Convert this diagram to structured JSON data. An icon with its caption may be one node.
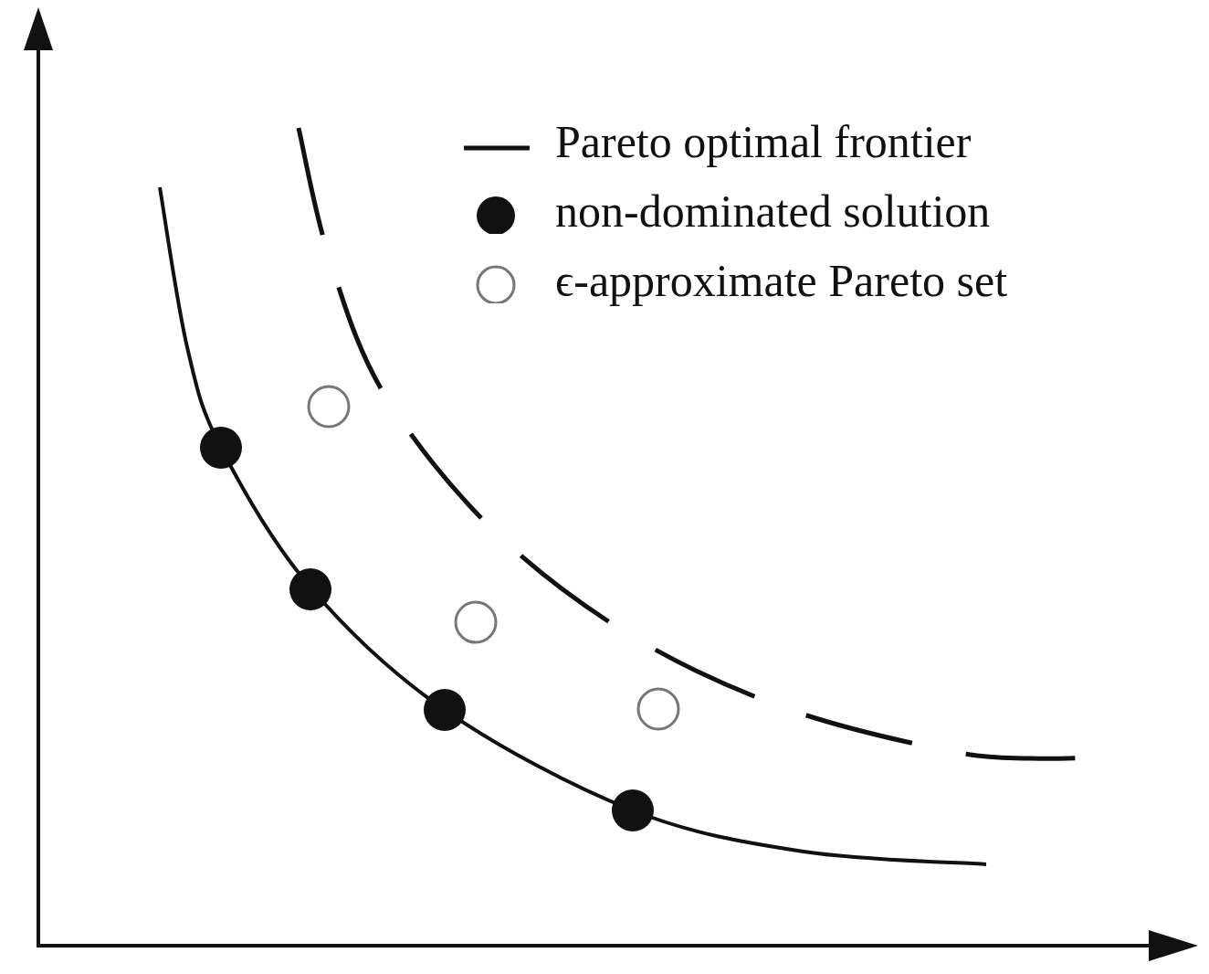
{
  "diagram": {
    "legend": [
      {
        "text": "Pareto optimal frontier"
      },
      {
        "text": "non-dominated solution"
      },
      {
        "text": "ϵ-approximate Pareto set"
      }
    ]
  }
}
